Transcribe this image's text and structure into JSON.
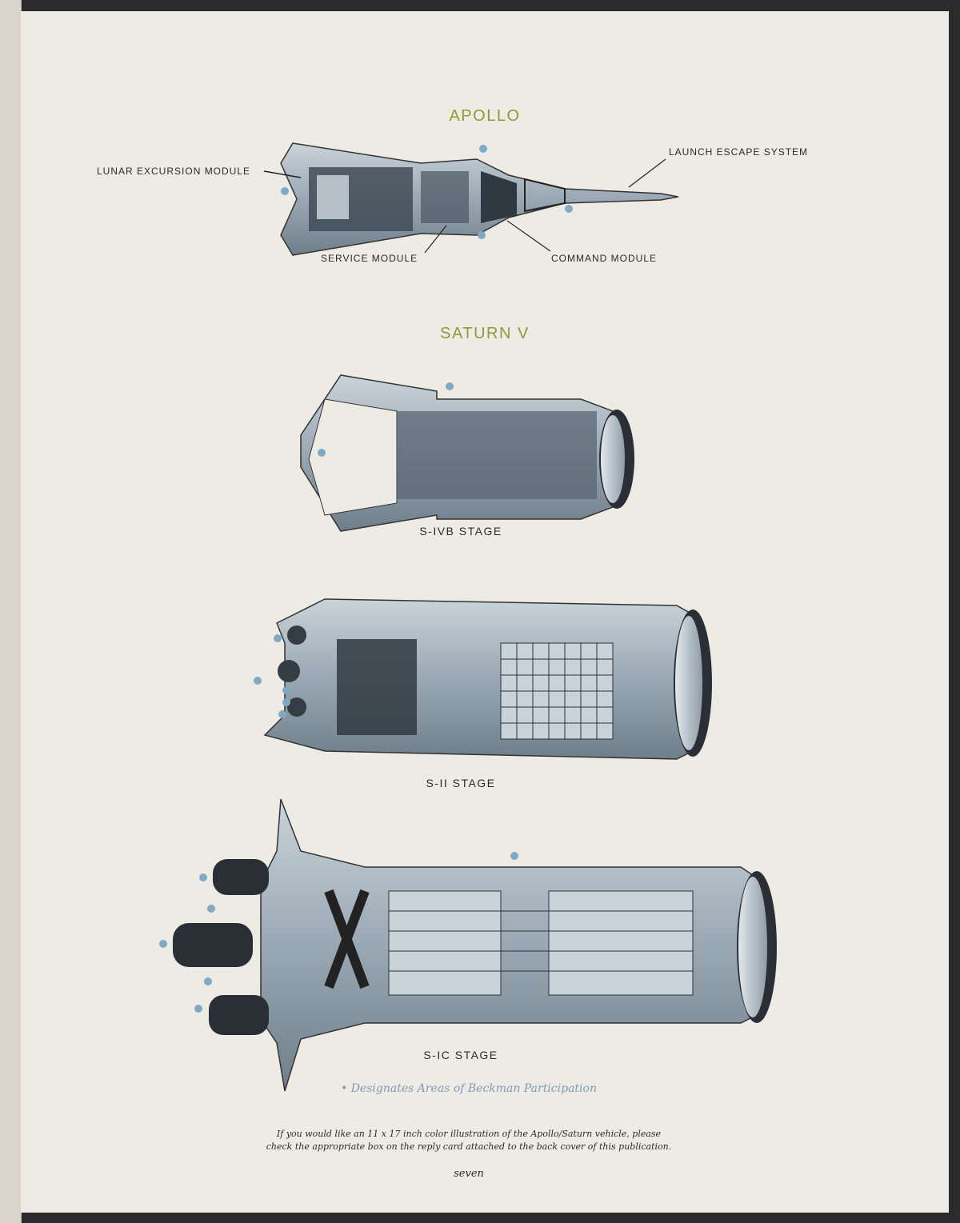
{
  "apollo": {
    "title": "APOLLO",
    "labels": {
      "lem": "LUNAR EXCURSION MODULE",
      "les": "LAUNCH ESCAPE SYSTEM",
      "sm": "SERVICE MODULE",
      "cm": "COMMAND MODULE"
    }
  },
  "saturn": {
    "title": "SATURN V",
    "stages": [
      "S-IVB STAGE",
      "S-II STAGE",
      "S-IC STAGE"
    ]
  },
  "legend": "• Designates Areas of Beckman Participation",
  "note": {
    "line1": "If you would like an 11 x 17 inch color illustration of the Apollo/Saturn vehicle, please",
    "line2": "check the appropriate box on the reply card attached to the back cover of this publication."
  },
  "folio": "seven",
  "colors": {
    "heading": "#8c9a3a",
    "dot": "#7fa9c4",
    "legend": "#7f9bb3"
  }
}
